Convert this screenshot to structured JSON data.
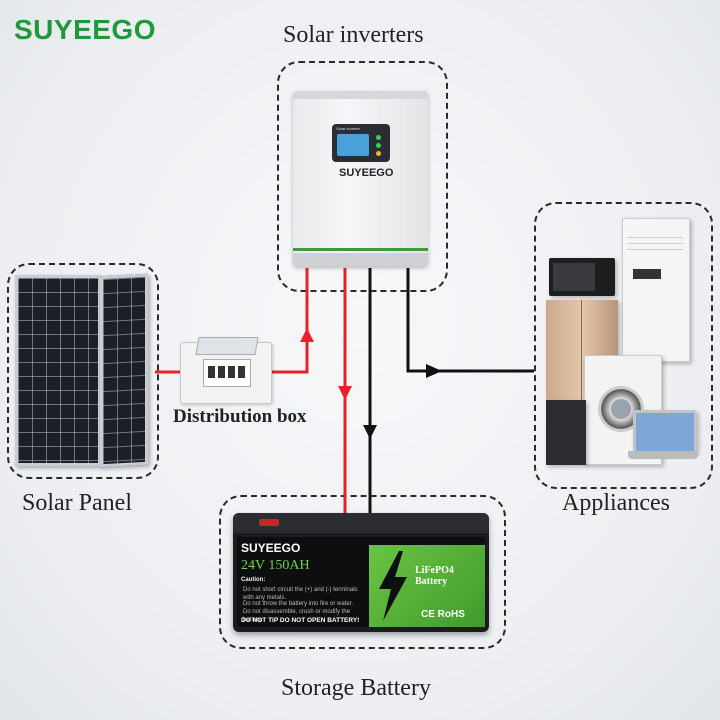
{
  "brand": "SUYEEGO",
  "labels": {
    "inverter": "Solar inverters",
    "solar_panel": "Solar Panel",
    "distribution": "Distribution box",
    "appliances": "Appliances",
    "battery": "Storage Battery"
  },
  "inverter": {
    "brand": "SUYEEGO",
    "screen_title": "Solar Inverter"
  },
  "battery": {
    "brand": "SUYEEGO",
    "spec": "24V 150AH",
    "chemistry": "LiFePO4 Battery",
    "caution_title": "Caution:",
    "cautions": [
      "Do not short circuit the (+) and (-) terminals with any metals.",
      "Do not throw the battery into fire or water.",
      "Do not disassemble, crush or modify the battery."
    ],
    "warning": "DO NOT TIP  DO NOT OPEN BATTERY!",
    "certs": "CE  RoHS"
  },
  "colors": {
    "brand_green": "#1e9a3c",
    "wire_red": "#e8202a",
    "wire_black": "#111111"
  }
}
